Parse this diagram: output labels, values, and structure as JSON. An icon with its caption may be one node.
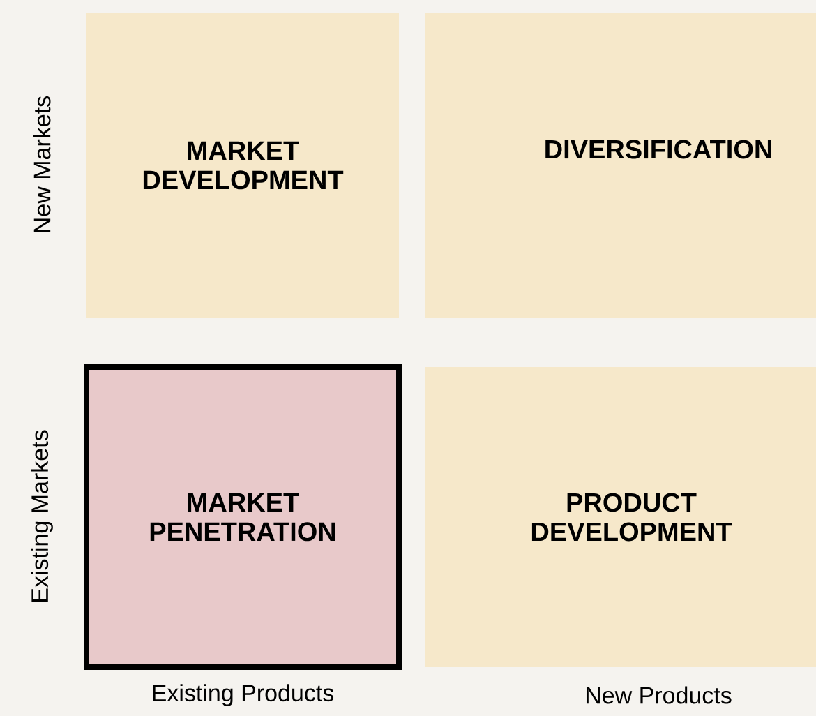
{
  "diagram": {
    "nodes": [
      {
        "text": [
          "MARKET DEVELOPMENT"
        ]
      },
      {
        "text": [
          "DIVERSIFICATION"
        ]
      },
      {
        "text": [
          "MARKET PENETRATION"
        ]
      },
      {
        "text": [
          "PRODUCT DEVELOPMENT"
        ]
      }
    ],
    "labels": [
      "New Markets",
      "Existing Markets",
      "Existing Products",
      "New Products"
    ]
  }
}
